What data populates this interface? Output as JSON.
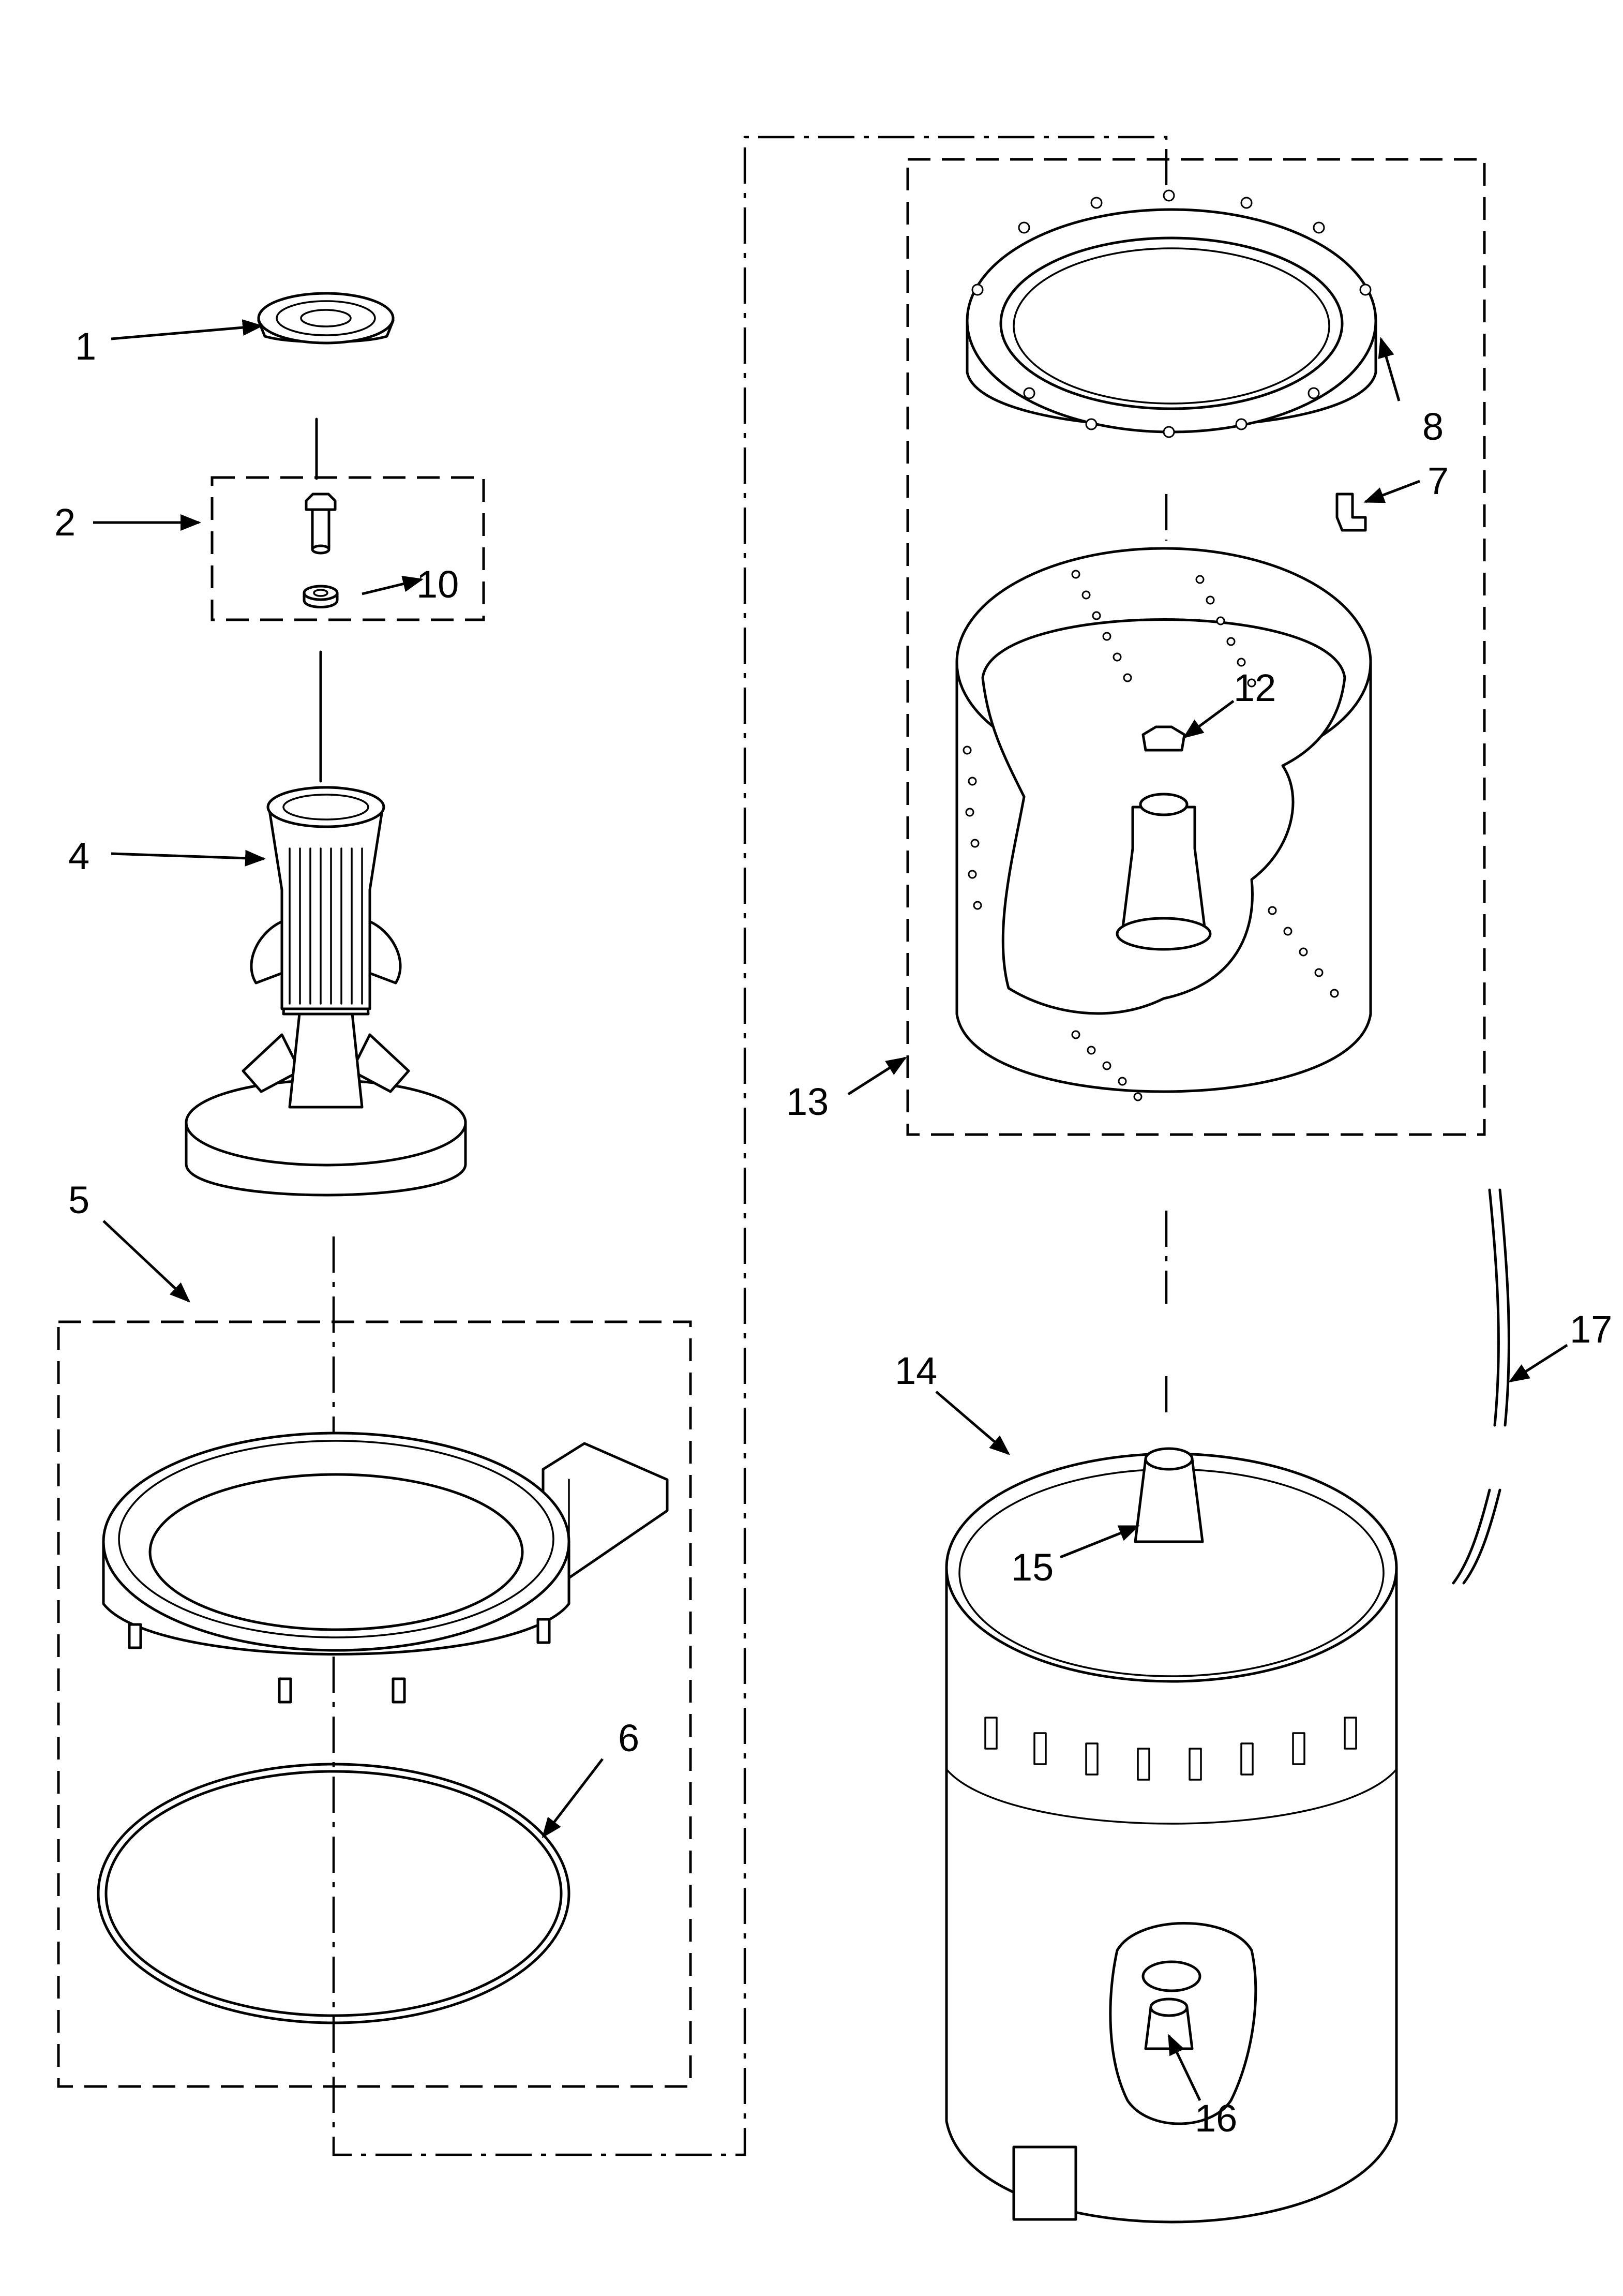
{
  "callouts": [
    {
      "id": "1",
      "label": "1"
    },
    {
      "id": "2",
      "label": "2"
    },
    {
      "id": "4",
      "label": "4"
    },
    {
      "id": "5",
      "label": "5"
    },
    {
      "id": "6",
      "label": "6"
    },
    {
      "id": "7",
      "label": "7"
    },
    {
      "id": "8",
      "label": "8"
    },
    {
      "id": "10",
      "label": "10"
    },
    {
      "id": "12",
      "label": "12"
    },
    {
      "id": "13",
      "label": "13"
    },
    {
      "id": "14",
      "label": "14"
    },
    {
      "id": "15",
      "label": "15"
    },
    {
      "id": "16",
      "label": "16"
    },
    {
      "id": "17",
      "label": "17"
    }
  ],
  "colors": {
    "ink": "#000000",
    "paper": "#ffffff"
  }
}
